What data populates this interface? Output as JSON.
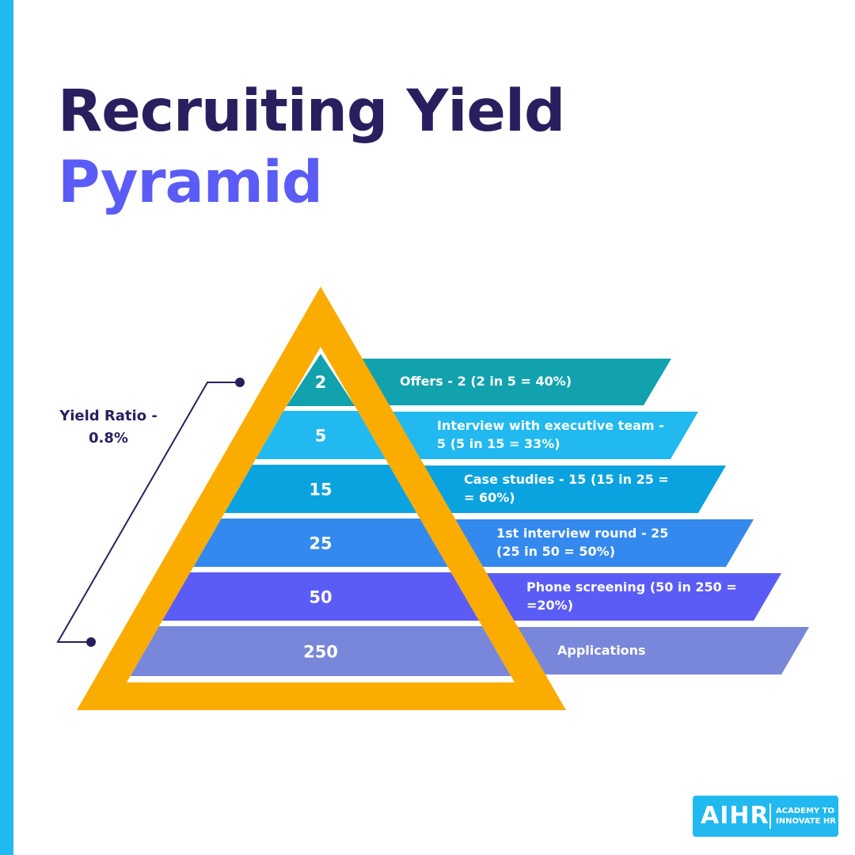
{
  "title": {
    "line1": "Recruiting Yield",
    "line2": "Pyramid"
  },
  "yield_ratio": {
    "label": "Yield Ratio -",
    "value": "0.8%"
  },
  "colors": {
    "title_dark": "#2a1f5e",
    "title_accent": "#5b5cf5",
    "pyramid_frame": "#fbac00",
    "stripe": "#21b9ef"
  },
  "tiers": [
    {
      "number": "2",
      "line1": "Offers - 2 (2 in 5 = 40%)",
      "line2": "",
      "color": "#12a2ad"
    },
    {
      "number": "5",
      "line1": "Interview with executive team -",
      "line2": "5 (5 in 15 = 33%)",
      "color": "#21b9ef"
    },
    {
      "number": "15",
      "line1": "Case studies - 15 (15 in 25 =",
      "line2": "= 60%)",
      "color": "#0aa3df"
    },
    {
      "number": "25",
      "line1": "1st interview round - 25",
      "line2": "(25 in 50 = 50%)",
      "color": "#3489ee"
    },
    {
      "number": "50",
      "line1": "Phone screening (50 in 250 =",
      "line2": "=20%)",
      "color": "#5b5cf5"
    },
    {
      "number": "250",
      "line1": "Applications",
      "line2": "",
      "color": "#7887d9"
    }
  ],
  "logo": {
    "mark": "AIHR",
    "tagline1": "ACADEMY TO",
    "tagline2": "INNOVATE HR"
  }
}
